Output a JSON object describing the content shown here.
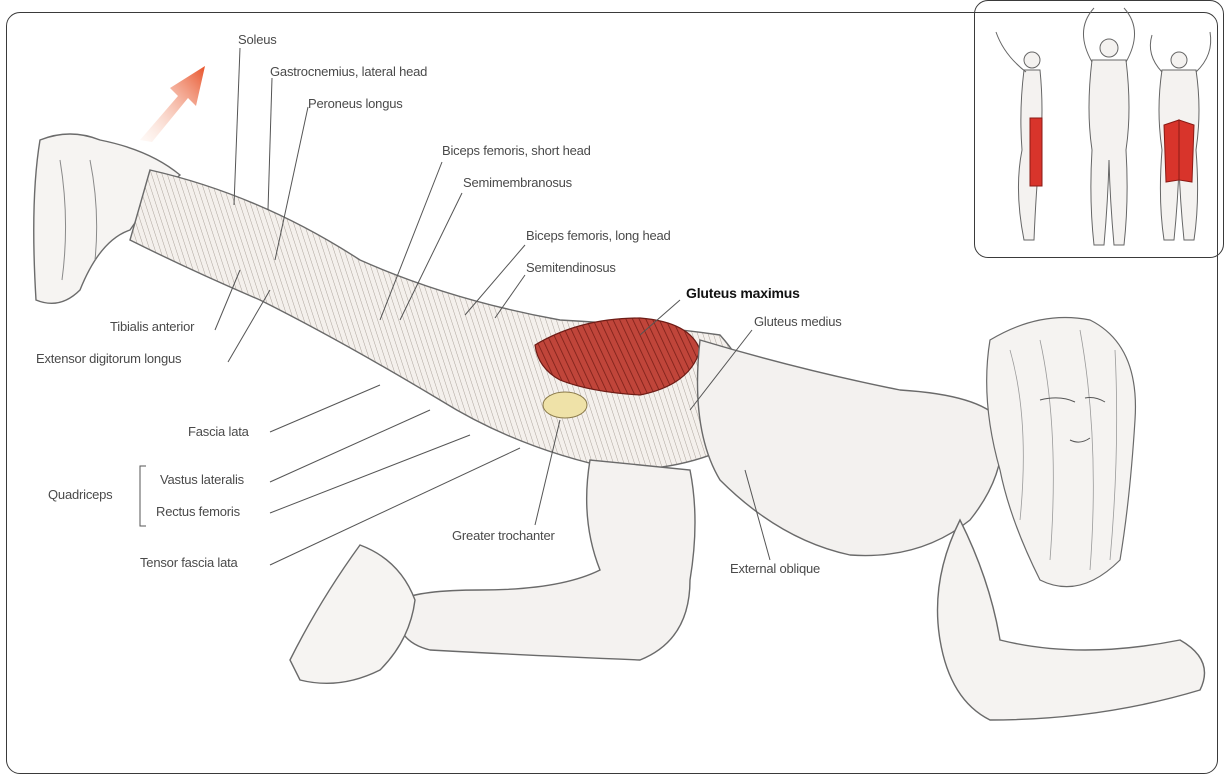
{
  "labels": {
    "soleus": "Soleus",
    "gastrocnemius": "Gastrocnemius, lateral head",
    "peroneus": "Peroneus longus",
    "biceps_short": "Biceps femoris, short head",
    "semimembranosus": "Semimembranosus",
    "biceps_long": "Biceps femoris, long head",
    "semitendinosus": "Semitendinosus",
    "gluteus_maximus": "Gluteus maximus",
    "gluteus_medius": "Gluteus medius",
    "tibialis": "Tibialis anterior",
    "extensor": "Extensor digitorum longus",
    "fascia_lata": "Fascia lata",
    "quadriceps": "Quadriceps",
    "vastus_lateralis": "Vastus lateralis",
    "rectus_femoris": "Rectus femoris",
    "tensor": "Tensor fascia lata",
    "greater_trochanter": "Greater trochanter",
    "external_oblique": "External oblique"
  },
  "colors": {
    "highlight": "#b8362c",
    "arrow": "#e86a3a",
    "line": "#555555"
  }
}
